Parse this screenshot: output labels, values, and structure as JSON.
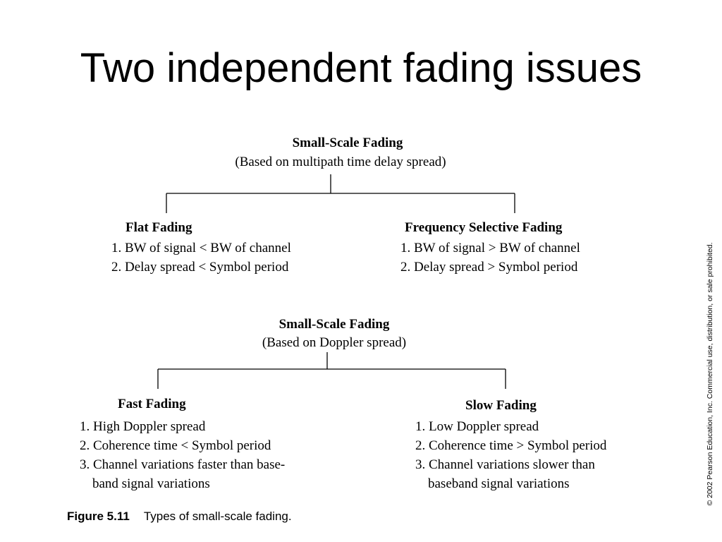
{
  "title": "Two independent fading issues",
  "diagram1": {
    "root_title": "Small-Scale Fading",
    "root_subtitle": "(Based on multipath time delay spread)",
    "left": {
      "title": "Flat Fading",
      "items": [
        "1. BW of signal < BW of channel",
        "2. Delay spread < Symbol period"
      ]
    },
    "right": {
      "title": "Frequency Selective Fading",
      "items": [
        "1. BW of signal > BW of channel",
        "2. Delay spread > Symbol period"
      ]
    }
  },
  "diagram2": {
    "root_title": "Small-Scale Fading",
    "root_subtitle": "(Based on Doppler spread)",
    "left": {
      "title": "Fast Fading",
      "items": [
        "1. High Doppler spread",
        "2. Coherence time < Symbol period",
        "3. Channel variations faster than base-"
      ],
      "continuation": "band signal variations"
    },
    "right": {
      "title": "Slow Fading",
      "items": [
        "1. Low Doppler spread",
        "2. Coherence time > Symbol period",
        "3. Channel variations slower than"
      ],
      "continuation": "baseband signal variations"
    }
  },
  "caption": {
    "number": "Figure 5.11",
    "text": "Types of small-scale fading."
  },
  "copyright": "© 2002 Pearson Education, Inc. Commercial use, distribution, or sale prohibited."
}
